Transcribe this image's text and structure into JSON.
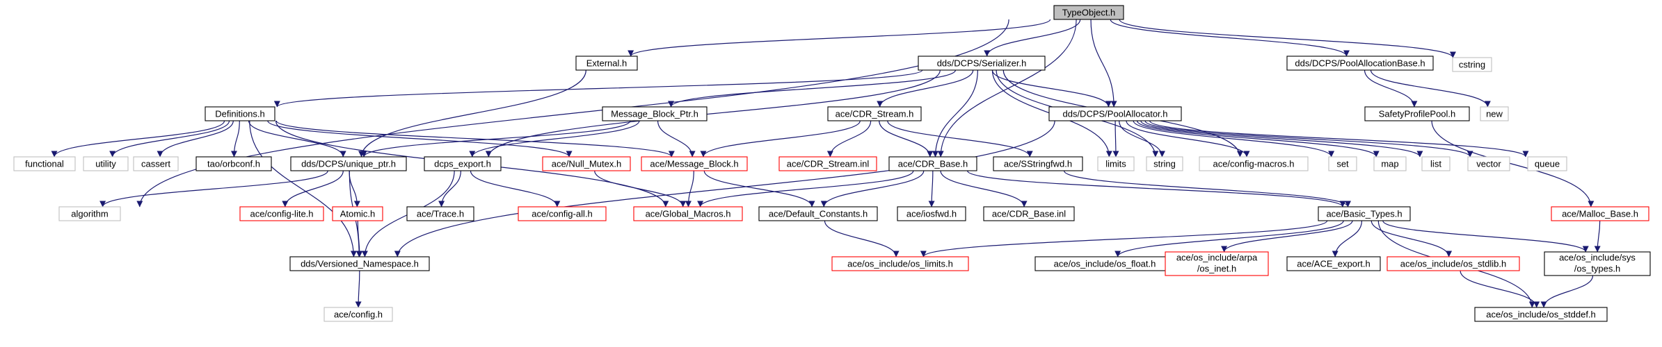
{
  "colors": {
    "edge": "#191970",
    "root_fill": "#bfbfbf",
    "border_black": "#000000",
    "border_red": "#ff0000",
    "border_gray": "#bfbfbf"
  },
  "nodes": [
    {
      "id": "typeobject",
      "label": "TypeObject.h",
      "style": "root"
    },
    {
      "id": "external",
      "label": "External.h",
      "style": "black"
    },
    {
      "id": "serializer",
      "label": "dds/DCPS/Serializer.h",
      "style": "black"
    },
    {
      "id": "poolallocbase",
      "label": "dds/DCPS/PoolAllocationBase.h",
      "style": "black"
    },
    {
      "id": "cstring",
      "label": "cstring",
      "style": "gray"
    },
    {
      "id": "definitions",
      "label": "Definitions.h",
      "style": "black"
    },
    {
      "id": "msgblockptr",
      "label": "Message_Block_Ptr.h",
      "style": "black"
    },
    {
      "id": "cdrstream",
      "label": "ace/CDR_Stream.h",
      "style": "black"
    },
    {
      "id": "poolallocator",
      "label": "dds/DCPS/PoolAllocator.h",
      "style": "black"
    },
    {
      "id": "safetyprofile",
      "label": "SafetyProfilePool.h",
      "style": "black"
    },
    {
      "id": "new",
      "label": "new",
      "style": "gray"
    },
    {
      "id": "functional",
      "label": "functional",
      "style": "gray"
    },
    {
      "id": "utility",
      "label": "utility",
      "style": "gray"
    },
    {
      "id": "cassert",
      "label": "cassert",
      "style": "gray"
    },
    {
      "id": "orbconf",
      "label": "tao/orbconf.h",
      "style": "black"
    },
    {
      "id": "uniqueptr",
      "label": "dds/DCPS/unique_ptr.h",
      "style": "black"
    },
    {
      "id": "dcpsexport",
      "label": "dcps_export.h",
      "style": "black"
    },
    {
      "id": "nullmutex",
      "label": "ace/Null_Mutex.h",
      "style": "red"
    },
    {
      "id": "messageblock",
      "label": "ace/Message_Block.h",
      "style": "red"
    },
    {
      "id": "cdrstreaminl",
      "label": "ace/CDR_Stream.inl",
      "style": "red"
    },
    {
      "id": "cdrbase",
      "label": "ace/CDR_Base.h",
      "style": "black"
    },
    {
      "id": "sstringfwd",
      "label": "ace/SStringfwd.h",
      "style": "black"
    },
    {
      "id": "limits",
      "label": "limits",
      "style": "gray"
    },
    {
      "id": "string",
      "label": "string",
      "style": "gray"
    },
    {
      "id": "configmacros",
      "label": "ace/config-macros.h",
      "style": "gray"
    },
    {
      "id": "set",
      "label": "set",
      "style": "gray"
    },
    {
      "id": "map",
      "label": "map",
      "style": "gray"
    },
    {
      "id": "list",
      "label": "list",
      "style": "gray"
    },
    {
      "id": "vector",
      "label": "vector",
      "style": "gray"
    },
    {
      "id": "queue",
      "label": "queue",
      "style": "gray"
    },
    {
      "id": "algorithm",
      "label": "algorithm",
      "style": "gray"
    },
    {
      "id": "configlite",
      "label": "ace/config-lite.h",
      "style": "red"
    },
    {
      "id": "atomic",
      "label": "Atomic.h",
      "style": "red"
    },
    {
      "id": "trace",
      "label": "ace/Trace.h",
      "style": "black"
    },
    {
      "id": "configall",
      "label": "ace/config-all.h",
      "style": "red"
    },
    {
      "id": "globalmacros",
      "label": "ace/Global_Macros.h",
      "style": "red"
    },
    {
      "id": "defaultconst",
      "label": "ace/Default_Constants.h",
      "style": "black"
    },
    {
      "id": "iosfwd",
      "label": "ace/iosfwd.h",
      "style": "black"
    },
    {
      "id": "cdrbaseinl",
      "label": "ace/CDR_Base.inl",
      "style": "black"
    },
    {
      "id": "basictypes",
      "label": "ace/Basic_Types.h",
      "style": "black"
    },
    {
      "id": "mallocbase",
      "label": "ace/Malloc_Base.h",
      "style": "red"
    },
    {
      "id": "versionedns",
      "label": "dds/Versioned_Namespace.h",
      "style": "black"
    },
    {
      "id": "oslimits",
      "label": "ace/os_include/os_limits.h",
      "style": "red"
    },
    {
      "id": "osfloat",
      "label": "ace/os_include/os_float.h",
      "style": "black"
    },
    {
      "id": "osinet",
      "label": [
        "ace/os_include/arpa",
        "/os_inet.h"
      ],
      "style": "red"
    },
    {
      "id": "aceexport",
      "label": "ace/ACE_export.h",
      "style": "black"
    },
    {
      "id": "osstdlib",
      "label": "ace/os_include/os_stdlib.h",
      "style": "red"
    },
    {
      "id": "ostypes",
      "label": [
        "ace/os_include/sys",
        "/os_types.h"
      ],
      "style": "black"
    },
    {
      "id": "configh",
      "label": "ace/config.h",
      "style": "gray"
    },
    {
      "id": "osstddef",
      "label": "ace/os_include/os_stddef.h",
      "style": "black"
    }
  ],
  "edges": [
    [
      "typeobject",
      "external"
    ],
    [
      "typeobject",
      "serializer"
    ],
    [
      "typeobject",
      "poolallocbase"
    ],
    [
      "typeobject",
      "cstring"
    ],
    [
      "typeobject",
      "algorithm"
    ],
    [
      "typeobject",
      "cdrbase"
    ],
    [
      "typeobject",
      "poolallocator"
    ],
    [
      "external",
      "uniqueptr"
    ],
    [
      "serializer",
      "definitions"
    ],
    [
      "serializer",
      "msgblockptr"
    ],
    [
      "serializer",
      "cdrstream"
    ],
    [
      "serializer",
      "poolallocator"
    ],
    [
      "serializer",
      "dcpsexport"
    ],
    [
      "serializer",
      "cdrbase"
    ],
    [
      "serializer",
      "limits"
    ],
    [
      "serializer",
      "string"
    ],
    [
      "serializer",
      "configmacros"
    ],
    [
      "poolallocbase",
      "safetyprofile"
    ],
    [
      "poolallocbase",
      "new"
    ],
    [
      "definitions",
      "functional"
    ],
    [
      "definitions",
      "utility"
    ],
    [
      "definitions",
      "cassert"
    ],
    [
      "definitions",
      "orbconf"
    ],
    [
      "definitions",
      "uniqueptr"
    ],
    [
      "definitions",
      "nullmutex"
    ],
    [
      "definitions",
      "messageblock"
    ],
    [
      "definitions",
      "globalmacros"
    ],
    [
      "definitions",
      "versionedns"
    ],
    [
      "msgblockptr",
      "uniqueptr"
    ],
    [
      "msgblockptr",
      "dcpsexport"
    ],
    [
      "msgblockptr",
      "messageblock"
    ],
    [
      "cdrstream",
      "messageblock"
    ],
    [
      "cdrstream",
      "cdrstreaminl"
    ],
    [
      "cdrstream",
      "cdrbase"
    ],
    [
      "cdrstream",
      "sstringfwd"
    ],
    [
      "poolallocator",
      "limits"
    ],
    [
      "poolallocator",
      "string"
    ],
    [
      "poolallocator",
      "configmacros"
    ],
    [
      "poolallocator",
      "set"
    ],
    [
      "poolallocator",
      "map"
    ],
    [
      "poolallocator",
      "list"
    ],
    [
      "poolallocator",
      "vector"
    ],
    [
      "poolallocator",
      "queue"
    ],
    [
      "poolallocator",
      "versionedns"
    ],
    [
      "safetyprofile",
      "mallocbase"
    ],
    [
      "uniqueptr",
      "algorithm"
    ],
    [
      "uniqueptr",
      "configlite"
    ],
    [
      "uniqueptr",
      "atomic"
    ],
    [
      "uniqueptr",
      "versionedns"
    ],
    [
      "dcpsexport",
      "trace"
    ],
    [
      "dcpsexport",
      "configall"
    ],
    [
      "dcpsexport",
      "versionedns"
    ],
    [
      "nullmutex",
      "globalmacros"
    ],
    [
      "messageblock",
      "globalmacros"
    ],
    [
      "messageblock",
      "defaultconst"
    ],
    [
      "cdrbase",
      "globalmacros"
    ],
    [
      "cdrbase",
      "defaultconst"
    ],
    [
      "cdrbase",
      "iosfwd"
    ],
    [
      "cdrbase",
      "cdrbaseinl"
    ],
    [
      "cdrbase",
      "basictypes"
    ],
    [
      "sstringfwd",
      "basictypes"
    ],
    [
      "atomic",
      "versionedns"
    ],
    [
      "defaultconst",
      "oslimits"
    ],
    [
      "basictypes",
      "oslimits"
    ],
    [
      "basictypes",
      "osfloat"
    ],
    [
      "basictypes",
      "osinet"
    ],
    [
      "basictypes",
      "aceexport"
    ],
    [
      "basictypes",
      "osstdlib"
    ],
    [
      "basictypes",
      "ostypes"
    ],
    [
      "basictypes",
      "osstddef"
    ],
    [
      "mallocbase",
      "ostypes"
    ],
    [
      "versionedns",
      "configh"
    ],
    [
      "osstdlib",
      "osstddef"
    ],
    [
      "ostypes",
      "osstddef"
    ]
  ]
}
